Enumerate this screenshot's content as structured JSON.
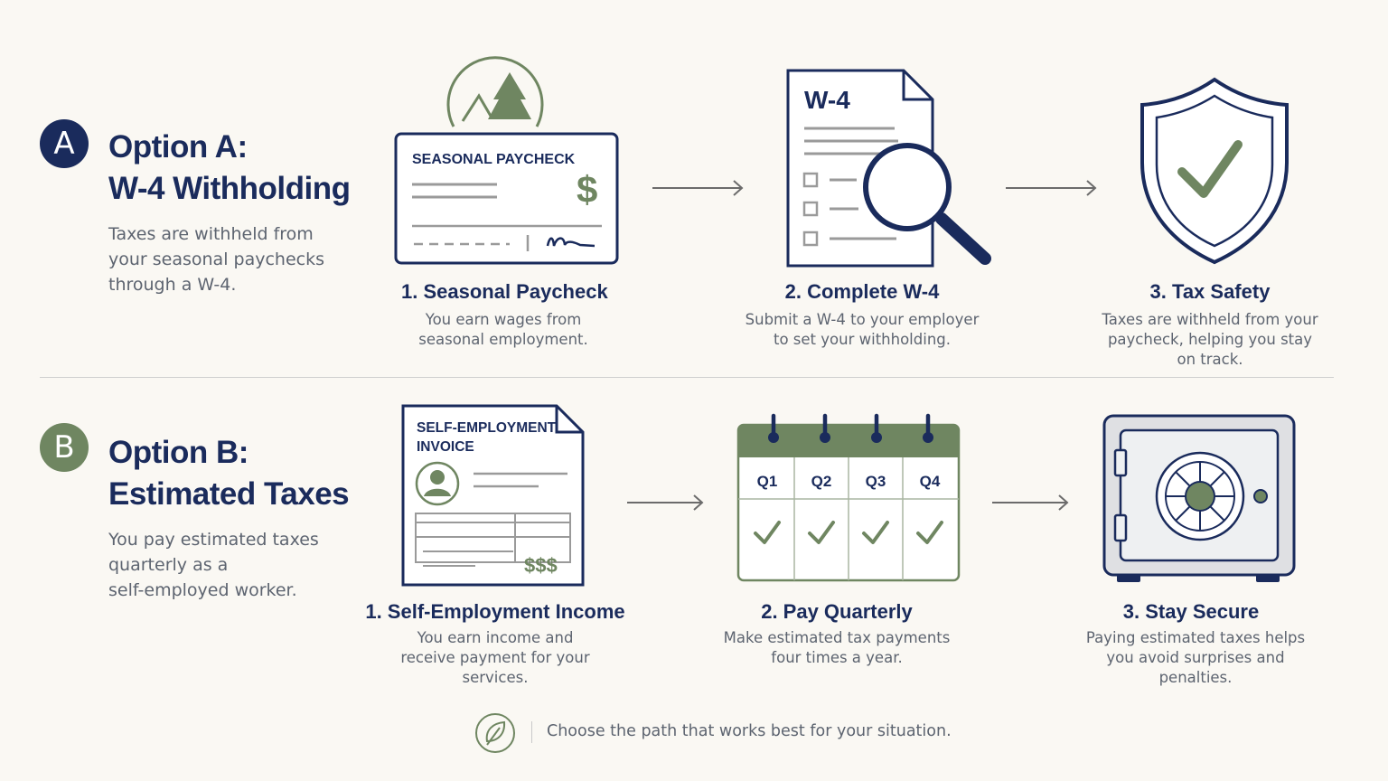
{
  "option_a": {
    "badge": "A",
    "title_line1": "Option A:",
    "title_line2": "W-4 Withholding",
    "desc_line1": "Taxes are withheld from",
    "desc_line2": "your seasonal paychecks",
    "desc_line3": "through a W-4.",
    "steps": [
      {
        "title": "1. Seasonal Paycheck",
        "desc_line1": "You earn wages from",
        "desc_line2": "seasonal employment.",
        "icon": "paycheck-icon",
        "card_label": "SEASONAL PAYCHECK",
        "card_symbol": "$"
      },
      {
        "title": "2. Complete W-4",
        "desc_line1": "Submit a W-4 to your employer",
        "desc_line2": "to set your withholding.",
        "icon": "w4-magnifier-icon",
        "form_label": "W-4"
      },
      {
        "title": "3. Tax Safety",
        "desc_line1": "Taxes are withheld from your",
        "desc_line2": "paycheck, helping you stay",
        "desc_line3": "on track.",
        "icon": "shield-check-icon"
      }
    ]
  },
  "option_b": {
    "badge": "B",
    "title_line1": "Option B:",
    "title_line2": "Estimated Taxes",
    "desc_line1": "You pay estimated taxes",
    "desc_line2": "quarterly as a",
    "desc_line3": "self-employed worker.",
    "steps": [
      {
        "title": "1. Self-Employment Income",
        "desc_line1": "You earn income and",
        "desc_line2": "receive payment for your",
        "desc_line3": "services.",
        "icon": "invoice-icon",
        "card_label_line1": "SELF-EMPLOYMENT",
        "card_label_line2": "INVOICE",
        "card_amount": "$$$"
      },
      {
        "title": "2. Pay Quarterly",
        "desc_line1": "Make estimated tax payments",
        "desc_line2": "four times a year.",
        "icon": "calendar-icon",
        "quarters": [
          "Q1",
          "Q2",
          "Q3",
          "Q4"
        ]
      },
      {
        "title": "3. Stay Secure",
        "desc_line1": "Paying estimated taxes helps",
        "desc_line2": "you avoid surprises and",
        "desc_line3": "penalties.",
        "icon": "safe-icon"
      }
    ]
  },
  "footer": {
    "icon": "leaf-icon",
    "text": "Choose the path that works best for your situation."
  },
  "colors": {
    "navy": "#1a2b5c",
    "sage": "#6f8661",
    "text_gray": "#5d6470",
    "background": "#faf8f3"
  }
}
